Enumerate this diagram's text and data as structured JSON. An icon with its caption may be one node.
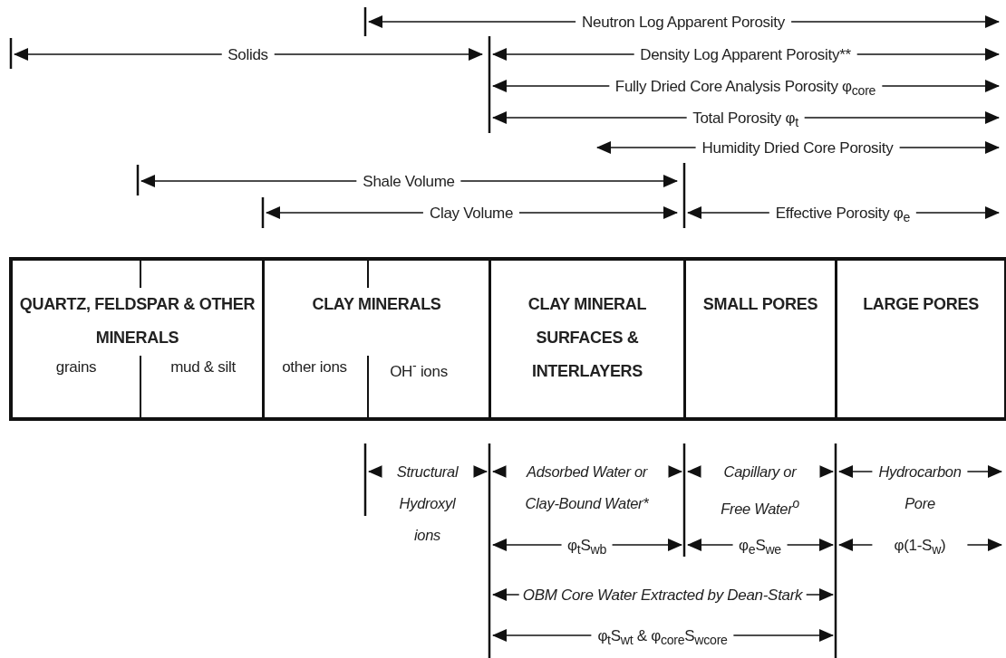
{
  "diagram": {
    "nodes": [
      {
        "text": [
          "QUARTZ, FELDSPAR & OTHER MINERALS",
          "grains",
          "mud & silt"
        ]
      },
      {
        "text": [
          "CLAY MINERALS",
          "other ions",
          "OH$^{-}$ ions"
        ]
      },
      {
        "text": [
          "CLAY MINERAL SURFACES & INTERLAYERS"
        ]
      },
      {
        "text": [
          "SMALL PORES"
        ]
      },
      {
        "text": [
          "LARGE PORES"
        ]
      }
    ],
    "labels": [
      "Neutron Log Apparent Porosity",
      "Solids",
      "Density Log Apparent Porosity**",
      "Fully Dried Core Analysis Porosity φ$_{core}$",
      "Total Porosity φ$_{t}$",
      "Humidity Dried Core Porosity",
      "Shale Volume",
      "Clay Volume",
      "Effective Porosity φ$_{e}$",
      "Structural Hydroxyl ions",
      "Adsorbed Water or Clay-Bound Water*",
      "Capillary or Free Water$^{o}$",
      "Hydrocarbon Pore Volume$^{oo}$",
      "φ$_{t}$S$_{wb}$",
      "φ$_{e}$S$_{we}$",
      "φ(1-S$_{w}$)",
      "OBM Core Water Extracted by Dean-Stark",
      "φ$_{t}$S$_{wt}$ & φ$_{core}$S$_{wcore}$"
    ]
  }
}
